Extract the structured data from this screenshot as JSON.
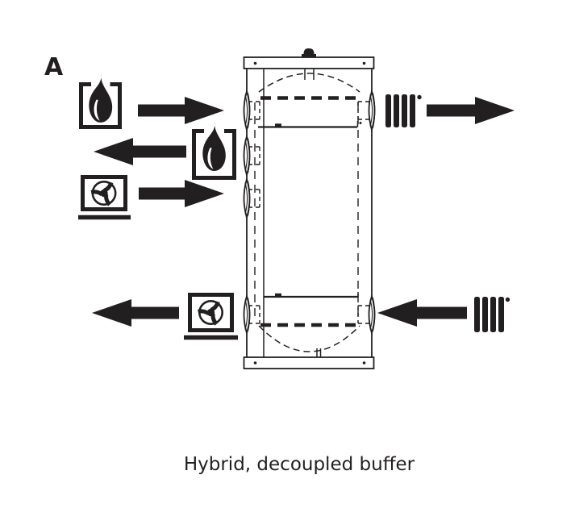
{
  "colors": {
    "ink": "#221f20",
    "background": "#ffffff"
  },
  "label": {
    "text": "A"
  },
  "caption": {
    "text": "Hybrid, decoupled buffer"
  },
  "diagram": {
    "type": "hydraulic-scheme",
    "tank": "buffer-tank",
    "icons": [
      {
        "name": "flame-icon",
        "meaning": "boiler heat source",
        "count": 2
      },
      {
        "name": "fan-icon",
        "meaning": "heat pump unit",
        "count": 2
      },
      {
        "name": "radiator-icon",
        "meaning": "heating circuit",
        "count": 2
      }
    ],
    "arrows": [
      {
        "name": "arrow-boiler-supply",
        "direction": "right"
      },
      {
        "name": "arrow-boiler-return",
        "direction": "left"
      },
      {
        "name": "arrow-heatpump-supply",
        "direction": "right"
      },
      {
        "name": "arrow-heating-supply",
        "direction": "right"
      },
      {
        "name": "arrow-heatpump-return",
        "direction": "left"
      },
      {
        "name": "arrow-heating-return",
        "direction": "left"
      }
    ]
  }
}
